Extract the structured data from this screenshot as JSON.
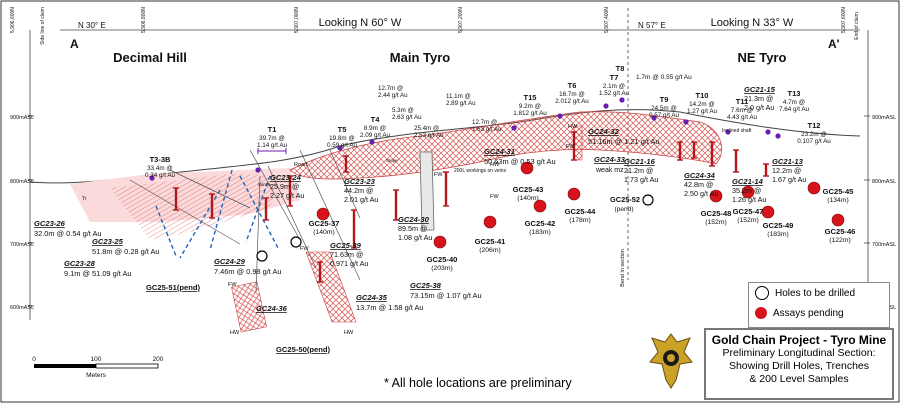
{
  "chart_data": {
    "type": "longitudinal-section",
    "views": [
      {
        "label": "Looking N 60° W"
      },
      {
        "label": "Looking N 33° W"
      }
    ],
    "bearings": [
      "N 30° E",
      "N 57° E"
    ],
    "section_ends": [
      "A",
      "A'"
    ],
    "areas": [
      "Decimal Hill",
      "Main Tyro",
      "NE Tyro"
    ],
    "elevation_labels": [
      "900mASL",
      "800mASL",
      "700mASL",
      "600mASL"
    ],
    "scale_bar": {
      "ticks": [
        "0",
        "100",
        "200"
      ],
      "unit": "Meters"
    },
    "top_coords": [
      "5,906,600N",
      "5,906,800N",
      "5,907,000N",
      "5,907,200N",
      "5,907,400N",
      "5,907,600N"
    ],
    "side_labels": {
      "left": "Side line of claim",
      "right": "End of claim"
    },
    "trenches": [
      {
        "id": "T3-3B",
        "value": "33.4m @ 0.34 g/t Au"
      },
      {
        "id": "T1",
        "value": "39.7m @ 1.14 g/t Au"
      },
      {
        "id": "T5",
        "value": "19.8m @ 0.59 g/t Au"
      },
      {
        "id": "T4",
        "value": "8.9m @ 2.09 g/t Au"
      },
      {
        "id": "T15",
        "value": "9.2m @ 1.812 g/t Au"
      },
      {
        "id": "T6",
        "value": "16.7m @ 2.012 g/t Au"
      },
      {
        "id": "T7",
        "value": "2.1m @ 1.52 g/t Au"
      },
      {
        "id": "T8",
        "value": "1.7m @ 0.55 g/t Au"
      },
      {
        "id": "T9",
        "value": "24.5m @ 0.57 g/t Au"
      },
      {
        "id": "T10",
        "value": "14.2m @ 1.27 g/t Au"
      },
      {
        "id": "T11",
        "value": "7.6m @ 4.43 g/t Au"
      },
      {
        "id": "T13",
        "value": "4.7m @ 7.64 g/t Au"
      },
      {
        "id": "T12",
        "value": "23.2m @ 0.107 g/t Au"
      }
    ],
    "level_samples": [
      "12.7m @ 2.44 g/t Au",
      "5.3m @ 2.63 g/t Au",
      "25.4m @ 2.53 g/t Au",
      "11.1m @ 2.89 g/t Au",
      "12.7m @ 1.63 g/t Au"
    ],
    "drill_holes": [
      {
        "id": "GC23-26",
        "value": "32.0m @ 0.54 g/t Au"
      },
      {
        "id": "GC23-25",
        "value": "51.8m @ 0.28 g/t Au"
      },
      {
        "id": "GC23-28",
        "value": "9.1m @ 51.09 g/t Au"
      },
      {
        "id": "GC24-29",
        "value": "7.46m @ 0.98 g/t Au"
      },
      {
        "id": "GC23-24",
        "value": "25.9m @ 2.27 g/t Au"
      },
      {
        "id": "GC23-23",
        "value": "44.2m @ 2.01 g/t Au"
      },
      {
        "id": "GC24-30",
        "value": "89.5m @ 1.08 g/t Au"
      },
      {
        "id": "GC25-39",
        "value": "71.63m @ 0.971 g/t Au"
      },
      {
        "id": "GC25-38",
        "value": "73.15m @ 1.07 g/t Au"
      },
      {
        "id": "GC24-35",
        "value": "13.7m @ 1.58 g/t Au"
      },
      {
        "id": "GC24-36",
        "value": ""
      },
      {
        "id": "GC24-31",
        "value": "50.63m @ 0.53 g/t Au"
      },
      {
        "id": "GC24-32",
        "value": "51.16m @ 1.21 g/t Au"
      },
      {
        "id": "GC24-33",
        "value": "weak mz"
      },
      {
        "id": "GC21-16",
        "value": "21.2m @ 1.73 g/t Au"
      },
      {
        "id": "GC24-34",
        "value": "42.8m @ 2.50 g/t Au"
      },
      {
        "id": "GC21-15",
        "value": "21.3m @ 2.0 g/t Au"
      },
      {
        "id": "GC21-14",
        "value": "35.2m @1.26 g/t Au"
      },
      {
        "id": "GC21-13",
        "value": "12.2m @ 1.67 g/t Au"
      }
    ],
    "pending_holes": [
      {
        "id": "GC25-37",
        "depth": "(140m)"
      },
      {
        "id": "GC25-40",
        "depth": "(203m)"
      },
      {
        "id": "GC25-41",
        "depth": "(206m)"
      },
      {
        "id": "GC25-42",
        "depth": "(183m)"
      },
      {
        "id": "GC25-43",
        "depth": "(140m)"
      },
      {
        "id": "GC25-44",
        "depth": "(178m)"
      },
      {
        "id": "GC25-48",
        "depth": "(152m)"
      },
      {
        "id": "GC25-47",
        "depth": "(152m)"
      },
      {
        "id": "GC25-49",
        "depth": "(183m)"
      },
      {
        "id": "GC25-45",
        "depth": "(134m)"
      },
      {
        "id": "GC25-46",
        "depth": "(122m)"
      }
    ],
    "to_drill_holes": [
      {
        "id": "GC25-52",
        "depth": "(pend)"
      },
      {
        "id": "GC25-51(pend)",
        "depth": ""
      },
      {
        "id": "GC25-50(pend)",
        "depth": ""
      }
    ],
    "annotations": [
      "Road",
      "Winze",
      "Stope",
      "200L workings on veins",
      "Inclined shaft",
      "weak mz",
      "Bend in section",
      "FW",
      "HW",
      "Tr"
    ],
    "legend": [
      {
        "label": "Holes to be drilled",
        "color": "#ffffff"
      },
      {
        "label": "Assays pending",
        "color": "#d8131b"
      }
    ],
    "title_box": {
      "title": "Gold Chain Project - Tyro Mine",
      "lines": [
        "Preliminary Longitudinal Section:",
        "Showing Drill Holes, Trenches",
        "& 200 Level Samples"
      ]
    },
    "footnote": "* All hole locations are preliminary",
    "colors": {
      "trench_text": "#7a1fa8",
      "pending": "#d8131b",
      "intercept": "#b3171b",
      "hatch": "#d9534f",
      "bend_line": "#1d63b8"
    }
  }
}
